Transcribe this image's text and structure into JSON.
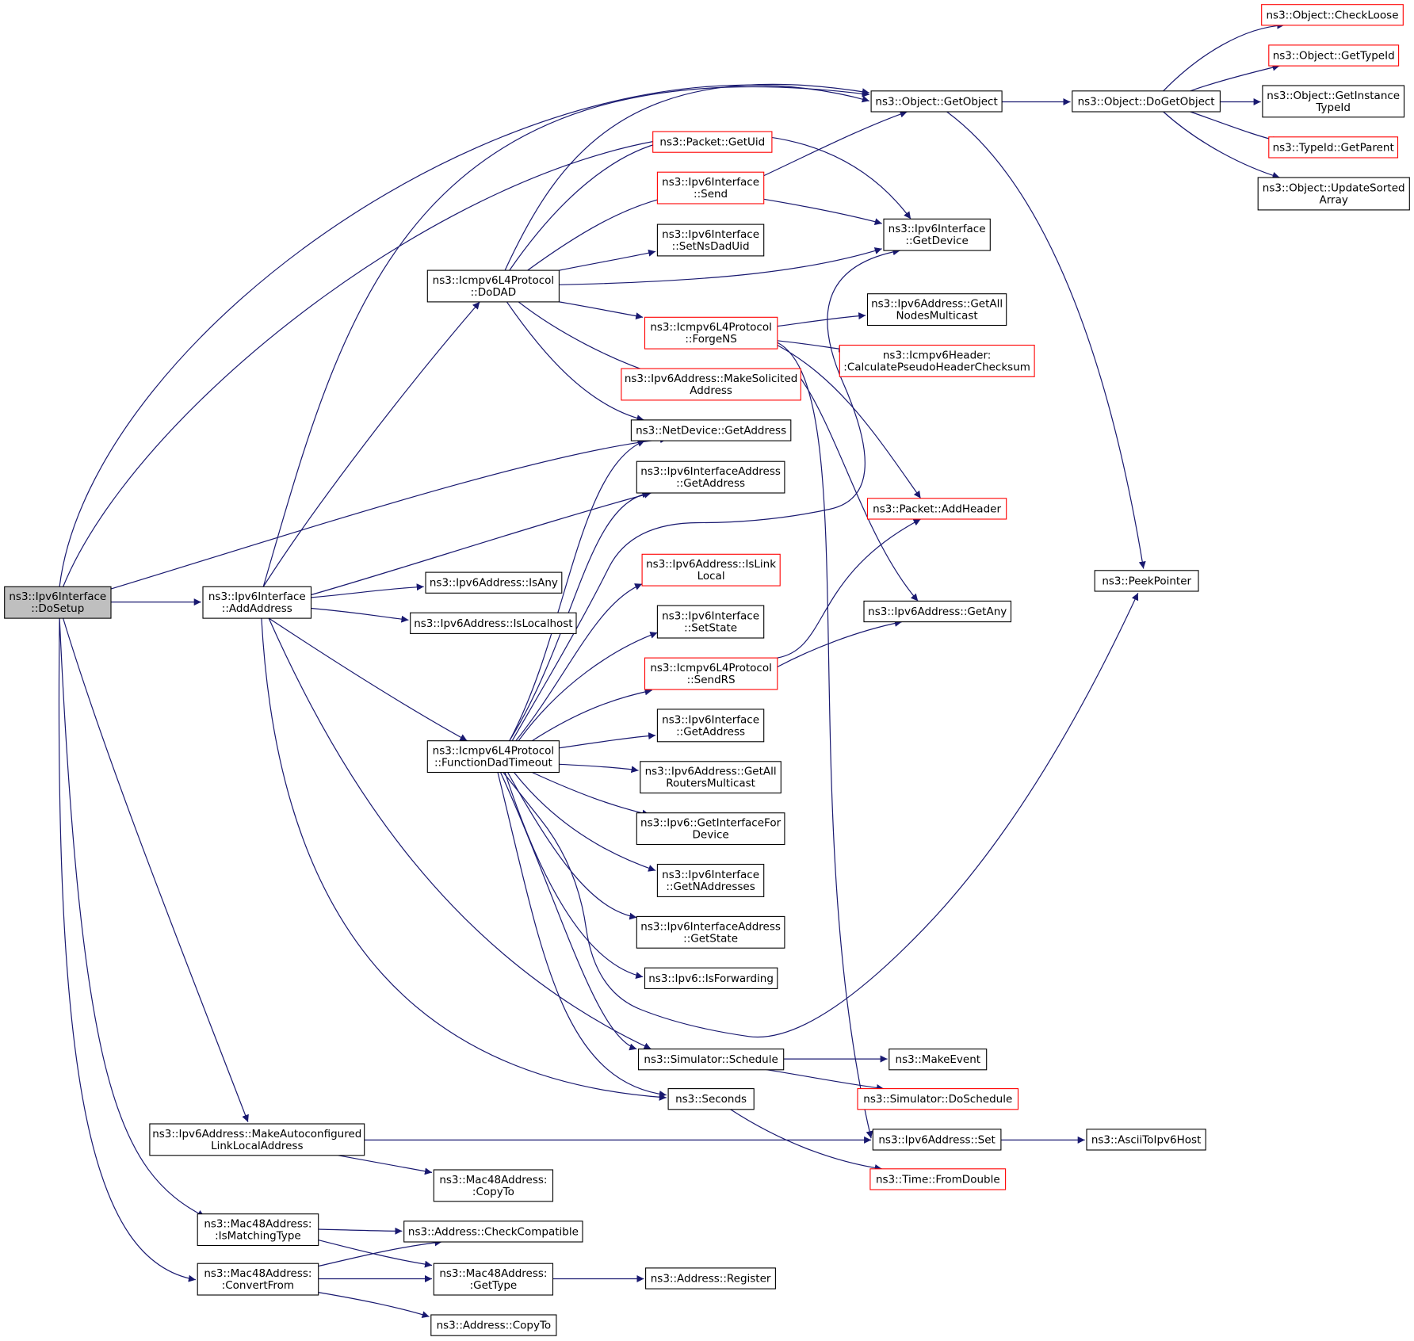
{
  "diagram": {
    "type": "call-graph",
    "colors": {
      "edge": "#191970",
      "plain_border": "#000000",
      "truncated_border": "#ff0000",
      "root_fill": "#bfbfbf"
    },
    "nodes": [
      {
        "id": "dosetup",
        "lines": [
          "ns3::Ipv6Interface",
          "::DoSetup"
        ],
        "root": true
      },
      {
        "id": "addaddress",
        "lines": [
          "ns3::Ipv6Interface",
          "::AddAddress"
        ]
      },
      {
        "id": "dodad",
        "lines": [
          "ns3::Icmpv6L4Protocol",
          "::DoDAD"
        ]
      },
      {
        "id": "fdt",
        "lines": [
          "ns3::Icmpv6L4Protocol",
          "::FunctionDadTimeout"
        ]
      },
      {
        "id": "makeauto",
        "lines": [
          "ns3::Ipv6Address::MakeAutoconfigured",
          "LinkLocalAddress"
        ]
      },
      {
        "id": "ismatch",
        "lines": [
          "ns3::Mac48Address:",
          ":IsMatchingType"
        ]
      },
      {
        "id": "convfrom",
        "lines": [
          "ns3::Mac48Address:",
          ":ConvertFrom"
        ]
      },
      {
        "id": "getobject",
        "lines": [
          "ns3::Object::GetObject"
        ]
      },
      {
        "id": "dogetobject",
        "lines": [
          "ns3::Object::DoGetObject"
        ]
      },
      {
        "id": "checkloose",
        "lines": [
          "ns3::Object::CheckLoose"
        ],
        "truncated": true
      },
      {
        "id": "gettypeid",
        "lines": [
          "ns3::Object::GetTypeId"
        ],
        "truncated": true
      },
      {
        "id": "getinsttypeid",
        "lines": [
          "ns3::Object::GetInstance",
          "TypeId"
        ]
      },
      {
        "id": "getparent",
        "lines": [
          "ns3::TypeId::GetParent"
        ],
        "truncated": true
      },
      {
        "id": "updsorted",
        "lines": [
          "ns3::Object::UpdateSorted",
          "Array"
        ]
      },
      {
        "id": "pktuid",
        "lines": [
          "ns3::Packet::GetUid"
        ],
        "truncated": true
      },
      {
        "id": "ifsend",
        "lines": [
          "ns3::Ipv6Interface",
          "::Send"
        ],
        "truncated": true
      },
      {
        "id": "ifgetdev",
        "lines": [
          "ns3::Ipv6Interface",
          "::GetDevice"
        ]
      },
      {
        "id": "setnsdad",
        "lines": [
          "ns3::Ipv6Interface",
          "::SetNsDadUid"
        ]
      },
      {
        "id": "forgens",
        "lines": [
          "ns3::Icmpv6L4Protocol",
          "::ForgeNS"
        ],
        "truncated": true
      },
      {
        "id": "getallnodes",
        "lines": [
          "ns3::Ipv6Address::GetAll",
          "NodesMulticast"
        ]
      },
      {
        "id": "pseudocs",
        "lines": [
          "ns3::Icmpv6Header:",
          ":CalculatePseudoHeaderChecksum"
        ],
        "truncated": true
      },
      {
        "id": "mksolicited",
        "lines": [
          "ns3::Ipv6Address::MakeSolicited",
          "Address"
        ],
        "truncated": true
      },
      {
        "id": "ndgetaddr",
        "lines": [
          "ns3::NetDevice::GetAddress"
        ]
      },
      {
        "id": "ifagetaddr",
        "lines": [
          "ns3::Ipv6InterfaceAddress",
          "::GetAddress"
        ]
      },
      {
        "id": "addheader",
        "lines": [
          "ns3::Packet::AddHeader"
        ],
        "truncated": true
      },
      {
        "id": "peekptr",
        "lines": [
          "ns3::PeekPointer"
        ]
      },
      {
        "id": "isany",
        "lines": [
          "ns3::Ipv6Address::IsAny"
        ]
      },
      {
        "id": "islinklocal",
        "lines": [
          "ns3::Ipv6Address::IsLink",
          "Local"
        ],
        "truncated": true
      },
      {
        "id": "islocalhost",
        "lines": [
          "ns3::Ipv6Address::IsLocalhost"
        ]
      },
      {
        "id": "getany",
        "lines": [
          "ns3::Ipv6Address::GetAny"
        ]
      },
      {
        "id": "setstate",
        "lines": [
          "ns3::Ipv6Interface",
          "::SetState"
        ]
      },
      {
        "id": "sendrs",
        "lines": [
          "ns3::Icmpv6L4Protocol",
          "::SendRS"
        ],
        "truncated": true
      },
      {
        "id": "ifgetaddr",
        "lines": [
          "ns3::Ipv6Interface",
          "::GetAddress"
        ]
      },
      {
        "id": "getallrouters",
        "lines": [
          "ns3::Ipv6Address::GetAll",
          "RoutersMulticast"
        ]
      },
      {
        "id": "getiffordev",
        "lines": [
          "ns3::Ipv6::GetInterfaceFor",
          "Device"
        ]
      },
      {
        "id": "getnaddr",
        "lines": [
          "ns3::Ipv6Interface",
          "::GetNAddresses"
        ]
      },
      {
        "id": "ifagetstate",
        "lines": [
          "ns3::Ipv6InterfaceAddress",
          "::GetState"
        ]
      },
      {
        "id": "isfwd",
        "lines": [
          "ns3::Ipv6::IsForwarding"
        ]
      },
      {
        "id": "schedule",
        "lines": [
          "ns3::Simulator::Schedule"
        ]
      },
      {
        "id": "makeevent",
        "lines": [
          "ns3::MakeEvent"
        ]
      },
      {
        "id": "doschedule",
        "lines": [
          "ns3::Simulator::DoSchedule"
        ],
        "truncated": true
      },
      {
        "id": "seconds",
        "lines": [
          "ns3::Seconds"
        ]
      },
      {
        "id": "addrset",
        "lines": [
          "ns3::Ipv6Address::Set"
        ]
      },
      {
        "id": "ascii",
        "lines": [
          "ns3::AsciiToIpv6Host"
        ]
      },
      {
        "id": "fromdouble",
        "lines": [
          "ns3::Time::FromDouble"
        ],
        "truncated": true
      },
      {
        "id": "copyto48",
        "lines": [
          "ns3::Mac48Address:",
          ":CopyTo"
        ]
      },
      {
        "id": "checkcompat",
        "lines": [
          "ns3::Address::CheckCompatible"
        ]
      },
      {
        "id": "gettype",
        "lines": [
          "ns3::Mac48Address:",
          ":GetType"
        ]
      },
      {
        "id": "register",
        "lines": [
          "ns3::Address::Register"
        ]
      },
      {
        "id": "addrcopyto",
        "lines": [
          "ns3::Address::CopyTo"
        ]
      }
    ],
    "edges": [
      [
        "dosetup",
        "getobject"
      ],
      [
        "dosetup",
        "ifgetdev"
      ],
      [
        "dosetup",
        "ndgetaddr"
      ],
      [
        "dosetup",
        "addaddress"
      ],
      [
        "dosetup",
        "makeauto"
      ],
      [
        "dosetup",
        "ismatch"
      ],
      [
        "dosetup",
        "convfrom"
      ],
      [
        "addaddress",
        "getobject"
      ],
      [
        "addaddress",
        "dodad"
      ],
      [
        "addaddress",
        "ifagetaddr"
      ],
      [
        "addaddress",
        "isany"
      ],
      [
        "addaddress",
        "islocalhost"
      ],
      [
        "addaddress",
        "fdt"
      ],
      [
        "addaddress",
        "schedule"
      ],
      [
        "addaddress",
        "seconds"
      ],
      [
        "dodad",
        "getobject"
      ],
      [
        "dodad",
        "pktuid"
      ],
      [
        "dodad",
        "ifsend"
      ],
      [
        "dodad",
        "setnsdad"
      ],
      [
        "dodad",
        "ifgetdev"
      ],
      [
        "dodad",
        "forgens"
      ],
      [
        "dodad",
        "mksolicited"
      ],
      [
        "dodad",
        "ndgetaddr"
      ],
      [
        "ifsend",
        "getobject"
      ],
      [
        "ifsend",
        "ifgetdev"
      ],
      [
        "forgens",
        "getallnodes"
      ],
      [
        "forgens",
        "pseudocs"
      ],
      [
        "forgens",
        "addheader"
      ],
      [
        "forgens",
        "addrset"
      ],
      [
        "mksolicited",
        "getany"
      ],
      [
        "getobject",
        "dogetobject"
      ],
      [
        "getobject",
        "peekptr"
      ],
      [
        "dogetobject",
        "checkloose"
      ],
      [
        "dogetobject",
        "gettypeid"
      ],
      [
        "dogetobject",
        "getinsttypeid"
      ],
      [
        "dogetobject",
        "getparent"
      ],
      [
        "dogetobject",
        "updsorted"
      ],
      [
        "fdt",
        "ndgetaddr"
      ],
      [
        "fdt",
        "ifagetaddr"
      ],
      [
        "fdt",
        "ifgetdev"
      ],
      [
        "fdt",
        "islinklocal"
      ],
      [
        "fdt",
        "setstate"
      ],
      [
        "fdt",
        "sendrs"
      ],
      [
        "fdt",
        "ifgetaddr"
      ],
      [
        "fdt",
        "getallrouters"
      ],
      [
        "fdt",
        "getiffordev"
      ],
      [
        "fdt",
        "getnaddr"
      ],
      [
        "fdt",
        "ifagetstate"
      ],
      [
        "fdt",
        "isfwd"
      ],
      [
        "fdt",
        "peekptr"
      ],
      [
        "fdt",
        "schedule"
      ],
      [
        "fdt",
        "seconds"
      ],
      [
        "sendrs",
        "addheader"
      ],
      [
        "sendrs",
        "getany"
      ],
      [
        "schedule",
        "makeevent"
      ],
      [
        "schedule",
        "doschedule"
      ],
      [
        "seconds",
        "fromdouble"
      ],
      [
        "makeauto",
        "addrset"
      ],
      [
        "makeauto",
        "copyto48"
      ],
      [
        "addrset",
        "ascii"
      ],
      [
        "ismatch",
        "checkcompat"
      ],
      [
        "ismatch",
        "gettype"
      ],
      [
        "convfrom",
        "checkcompat"
      ],
      [
        "convfrom",
        "gettype"
      ],
      [
        "convfrom",
        "addrcopyto"
      ],
      [
        "gettype",
        "register"
      ]
    ]
  }
}
